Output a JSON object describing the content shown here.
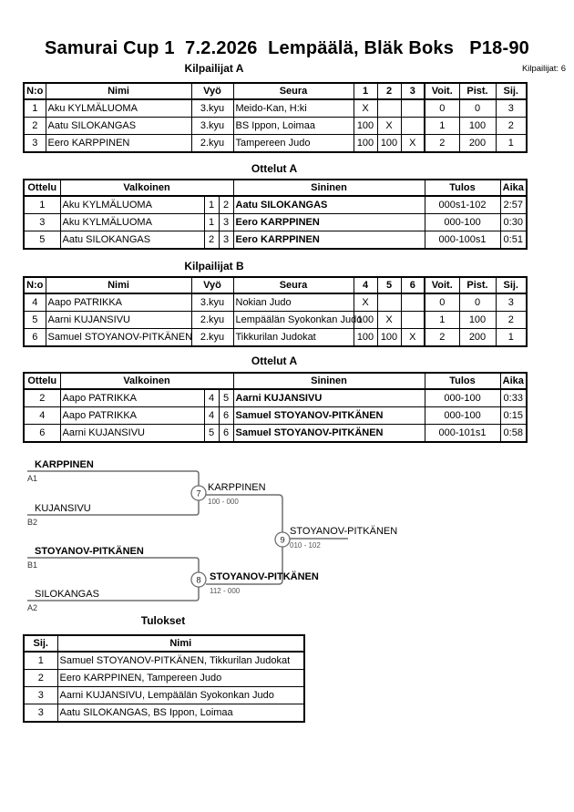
{
  "header": {
    "title": "Samurai Cup 1  7.2.2026  Lempäälä, Bläk Boks   P18-90",
    "competitors_count_label": "Kilpailijat: 6"
  },
  "pool_a": {
    "title": "Kilpailijat A",
    "headers": {
      "no": "N:o",
      "nimi": "Nimi",
      "vyo": "Vyö",
      "seura": "Seura",
      "m1": "1",
      "m2": "2",
      "m3": "3",
      "voit": "Voit.",
      "pist": "Pist.",
      "sij": "Sij."
    },
    "rows": [
      [
        "1",
        "Aku KYLMÄLUOMA",
        "3.kyu",
        "Meido-Kan, H:ki",
        "X",
        "",
        "",
        "0",
        "0",
        "3"
      ],
      [
        "2",
        "Aatu SILOKANGAS",
        "3.kyu",
        "BS Ippon, Loimaa",
        "100",
        "X",
        "",
        "1",
        "100",
        "2"
      ],
      [
        "3",
        "Eero KARPPINEN",
        "2.kyu",
        "Tampereen Judo",
        "100",
        "100",
        "X",
        "2",
        "200",
        "1"
      ]
    ]
  },
  "matches_a": {
    "title": "Ottelut A",
    "headers": {
      "ottelu": "Ottelu",
      "valkoinen": "Valkoinen",
      "sininen": "Sininen",
      "tulos": "Tulos",
      "aika": "Aika"
    },
    "rows": [
      [
        "1",
        "Aku KYLMÄLUOMA",
        "1",
        "2",
        "Aatu SILOKANGAS",
        "000s1-102",
        "2:57"
      ],
      [
        "3",
        "Aku KYLMÄLUOMA",
        "1",
        "3",
        "Eero KARPPINEN",
        "000-100",
        "0:30"
      ],
      [
        "5",
        "Aatu SILOKANGAS",
        "2",
        "3",
        "Eero KARPPINEN",
        "000-100s1",
        "0:51"
      ]
    ]
  },
  "pool_b": {
    "title": "Kilpailijat B",
    "headers": {
      "no": "N:o",
      "nimi": "Nimi",
      "vyo": "Vyö",
      "seura": "Seura",
      "m1": "4",
      "m2": "5",
      "m3": "6",
      "voit": "Voit.",
      "pist": "Pist.",
      "sij": "Sij."
    },
    "rows": [
      [
        "4",
        "Aapo PATRIKKA",
        "3.kyu",
        "Nokian Judo",
        "X",
        "",
        "",
        "0",
        "0",
        "3"
      ],
      [
        "5",
        "Aarni KUJANSIVU",
        "2.kyu",
        "Lempäälän Syokonkan Judo",
        "100",
        "X",
        "",
        "1",
        "100",
        "2"
      ],
      [
        "6",
        "Samuel STOYANOV-PITKÄNEN",
        "2.kyu",
        "Tikkurilan Judokat",
        "100",
        "100",
        "X",
        "2",
        "200",
        "1"
      ]
    ]
  },
  "matches_b": {
    "title": "Ottelut A",
    "headers": {
      "ottelu": "Ottelu",
      "valkoinen": "Valkoinen",
      "sininen": "Sininen",
      "tulos": "Tulos",
      "aika": "Aika"
    },
    "rows": [
      [
        "2",
        "Aapo PATRIKKA",
        "4",
        "5",
        "Aarni KUJANSIVU",
        "000-100",
        "0:33"
      ],
      [
        "4",
        "Aapo PATRIKKA",
        "4",
        "6",
        "Samuel STOYANOV-PITKÄNEN",
        "000-100",
        "0:15"
      ],
      [
        "6",
        "Aarni KUJANSIVU",
        "5",
        "6",
        "Samuel STOYANOV-PITKÄNEN",
        "000-101s1",
        "0:58"
      ]
    ]
  },
  "bracket": {
    "slots": [
      {
        "name": "KARPPINEN",
        "code": "A1"
      },
      {
        "name": "KUJANSIVU",
        "code": "B2"
      },
      {
        "name": "STOYANOV-PITKÄNEN",
        "code": "B1"
      },
      {
        "name": "SILOKANGAS",
        "code": "A2"
      }
    ],
    "matches": [
      {
        "number": "7",
        "winner": "KARPPINEN",
        "score": "100 - 000"
      },
      {
        "number": "8",
        "winner": "STOYANOV-PITKÄNEN",
        "score": "112 - 000"
      },
      {
        "number": "9",
        "winner": "STOYANOV-PITKÄNEN",
        "score": "010 - 102"
      }
    ]
  },
  "results": {
    "title": "Tulokset",
    "headers": {
      "sij": "Sij.",
      "nimi": "Nimi"
    },
    "rows": [
      [
        "1",
        "Samuel STOYANOV-PITKÄNEN, Tikkurilan Judokat"
      ],
      [
        "2",
        "Eero KARPPINEN, Tampereen Judo"
      ],
      [
        "3",
        "Aarni KUJANSIVU, Lempäälän Syokonkan Judo"
      ],
      [
        "3",
        "Aatu SILOKANGAS, BS Ippon, Loimaa"
      ]
    ]
  }
}
